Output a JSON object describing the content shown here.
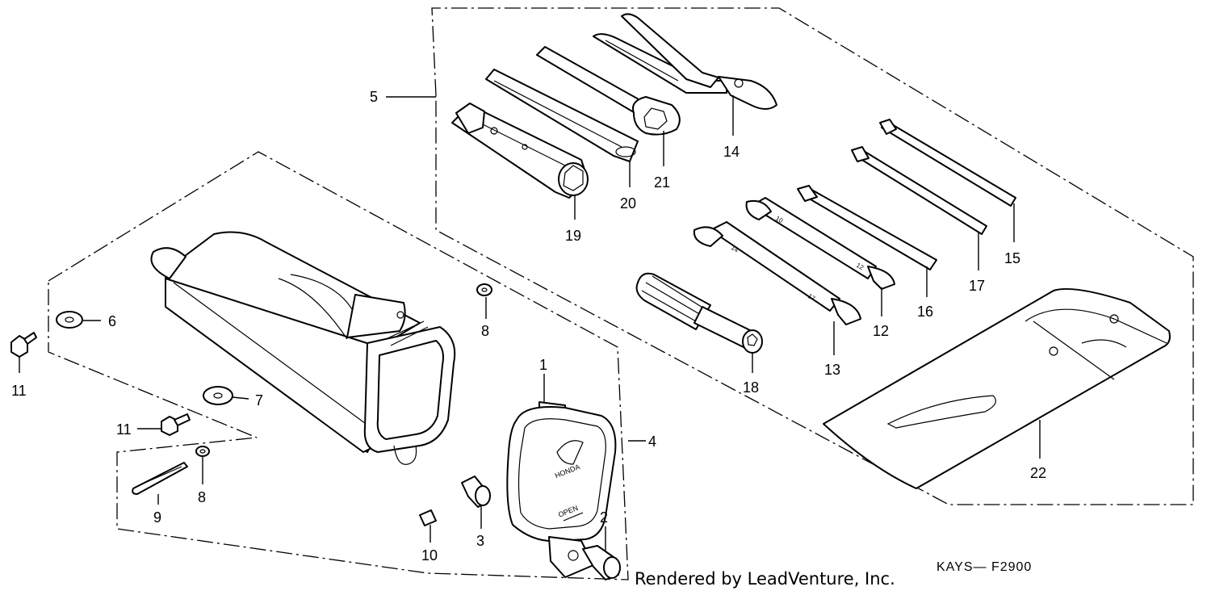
{
  "diagram": {
    "callouts": [
      {
        "id": "c1",
        "label": "1"
      },
      {
        "id": "c2",
        "label": "2"
      },
      {
        "id": "c3",
        "label": "3"
      },
      {
        "id": "c4",
        "label": "4"
      },
      {
        "id": "c5",
        "label": "5"
      },
      {
        "id": "c6",
        "label": "6"
      },
      {
        "id": "c7",
        "label": "7"
      },
      {
        "id": "c8a",
        "label": "8"
      },
      {
        "id": "c8b",
        "label": "8"
      },
      {
        "id": "c9",
        "label": "9"
      },
      {
        "id": "c10",
        "label": "10"
      },
      {
        "id": "c11a",
        "label": "11"
      },
      {
        "id": "c11b",
        "label": "11"
      },
      {
        "id": "c12",
        "label": "12"
      },
      {
        "id": "c13",
        "label": "13"
      },
      {
        "id": "c14",
        "label": "14"
      },
      {
        "id": "c15",
        "label": "15"
      },
      {
        "id": "c16",
        "label": "16"
      },
      {
        "id": "c17",
        "label": "17"
      },
      {
        "id": "c18",
        "label": "18"
      },
      {
        "id": "c19",
        "label": "19"
      },
      {
        "id": "c20",
        "label": "20"
      },
      {
        "id": "c21",
        "label": "21"
      },
      {
        "id": "c22",
        "label": "22"
      }
    ],
    "cover_brand": "HONDA",
    "cover_open": "OPEN",
    "wrench_a_size": "10",
    "wrench_a_size2": "12",
    "wrench_b_size": "14",
    "wrench_b_size2": "17",
    "credit": "Rendered by LeadVenture, Inc.",
    "drawing_code": "KAYS— F2900"
  }
}
